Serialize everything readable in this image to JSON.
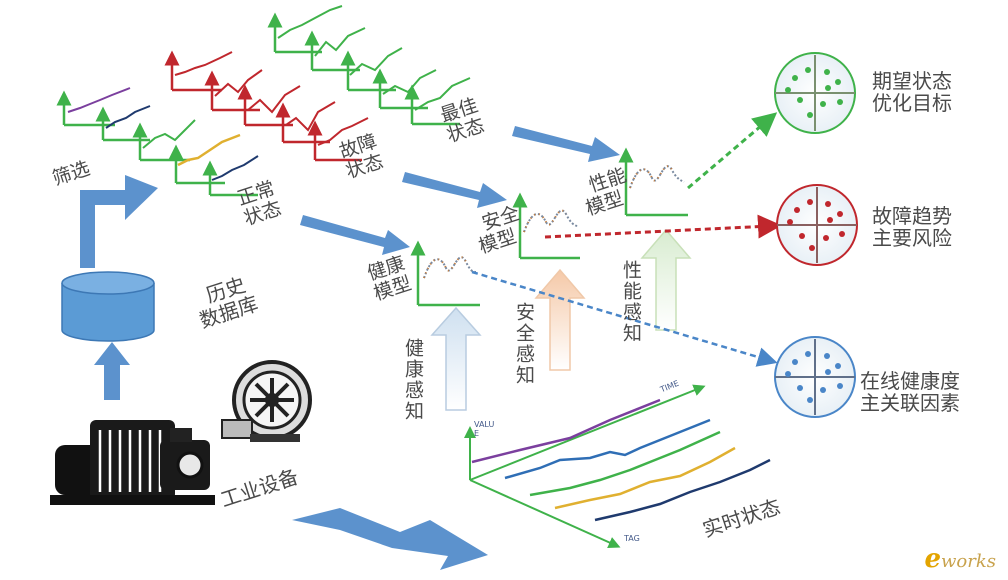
{
  "labels": {
    "filter": "筛选",
    "normal_state": [
      "正常",
      "状态"
    ],
    "fault_state": [
      "故障",
      "状态"
    ],
    "best_state": [
      "最佳",
      "状态"
    ],
    "history_db": [
      "历史",
      "数据库"
    ],
    "industrial_equipment": "工业设备",
    "health_model": [
      "健康",
      "模型"
    ],
    "safety_model": [
      "安全",
      "模型"
    ],
    "performance_model": [
      "性能",
      "模型"
    ],
    "health_sensing": "健康感知",
    "safety_sensing": "安全感知",
    "performance_sensing": "性能感知",
    "realtime_state": "实时状态",
    "expected_state": [
      "期望状态",
      "优化目标"
    ],
    "fault_trend": [
      "故障趋势",
      "主要风险"
    ],
    "online_health": [
      "在线健康度",
      "主关联因素"
    ]
  },
  "axis": {
    "value": "VALUE",
    "time": "TIME",
    "tag": "TAG"
  },
  "logo": {
    "text": "works",
    "letter": "e"
  },
  "colors": {
    "green": "#3fb24a",
    "red": "#c0272d",
    "blue_arrow": "#4a86c8",
    "purple": "#7b3f9e",
    "yellow": "#e0b030",
    "navy": "#1f3a6e",
    "peach": "#f5c9a8",
    "pale_blue": "#cfe0f0",
    "pale_green": "#d8ecd0"
  }
}
